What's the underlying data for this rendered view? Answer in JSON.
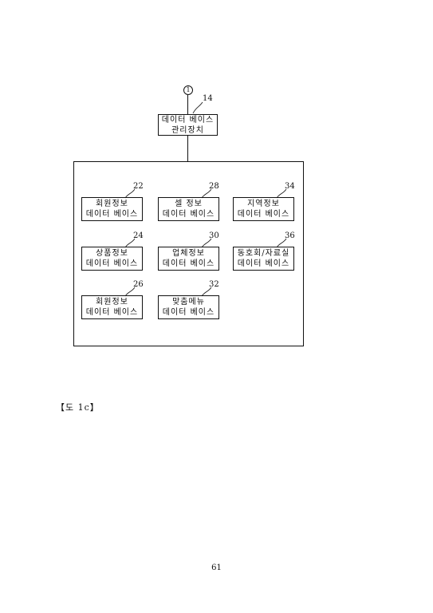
{
  "connector": {
    "label": "1"
  },
  "dbms": {
    "number": "14",
    "line1": "데이터 베이스",
    "line2": "관리장치"
  },
  "databases": [
    {
      "number": "22",
      "line1": "회원정보",
      "line2": "데이터 베이스"
    },
    {
      "number": "28",
      "line1": "셀 정보",
      "line2": "데이터 베이스"
    },
    {
      "number": "34",
      "line1": "지역정보",
      "line2": "데이터 베이스"
    },
    {
      "number": "24",
      "line1": "상품정보",
      "line2": "데이터 베이스"
    },
    {
      "number": "30",
      "line1": "업체정보",
      "line2": "데이터 베이스"
    },
    {
      "number": "36",
      "line1": "동호회/자료실",
      "line2": "데이터 베이스"
    },
    {
      "number": "26",
      "line1": "회원정보",
      "line2": "데이터 베이스"
    },
    {
      "number": "32",
      "line1": "맞춤메뉴",
      "line2": "데이터 베이스"
    }
  ],
  "figure_caption": "【도 1c】",
  "page_number": "61"
}
